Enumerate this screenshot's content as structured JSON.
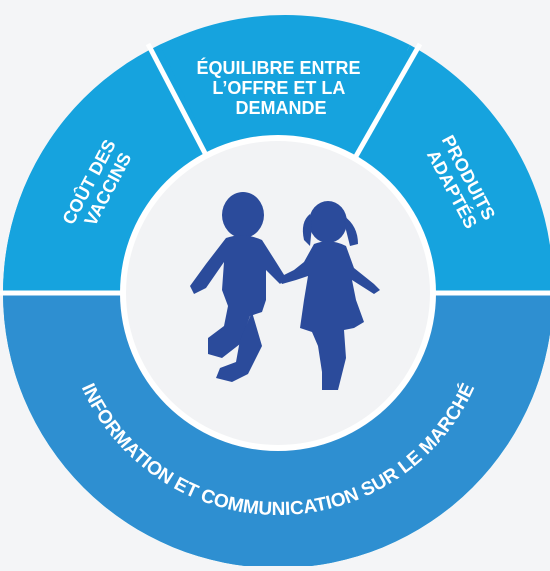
{
  "colors": {
    "background": "#f4f5f7",
    "segment_light": "#16a3de",
    "segment_dark": "#2e8fd1",
    "separator": "#ffffff",
    "center_fill": "#f2f3f5",
    "silhouette": "#2b4b9b"
  },
  "center_image": {
    "icon": "children-running-silhouette-icon"
  },
  "segments": {
    "cost": {
      "lines": [
        "COÛT DES",
        "VACCINS"
      ]
    },
    "balance": {
      "lines": [
        "ÉQUILIBRE ENTRE",
        "L’OFFRE ET LA",
        "DEMANDE"
      ]
    },
    "products": {
      "lines": [
        "PRODUITS",
        "ADAPTÉS"
      ]
    },
    "information": {
      "label": "INFORMATION ET COMMUNICATION SUR LE MARCHÉ"
    }
  }
}
